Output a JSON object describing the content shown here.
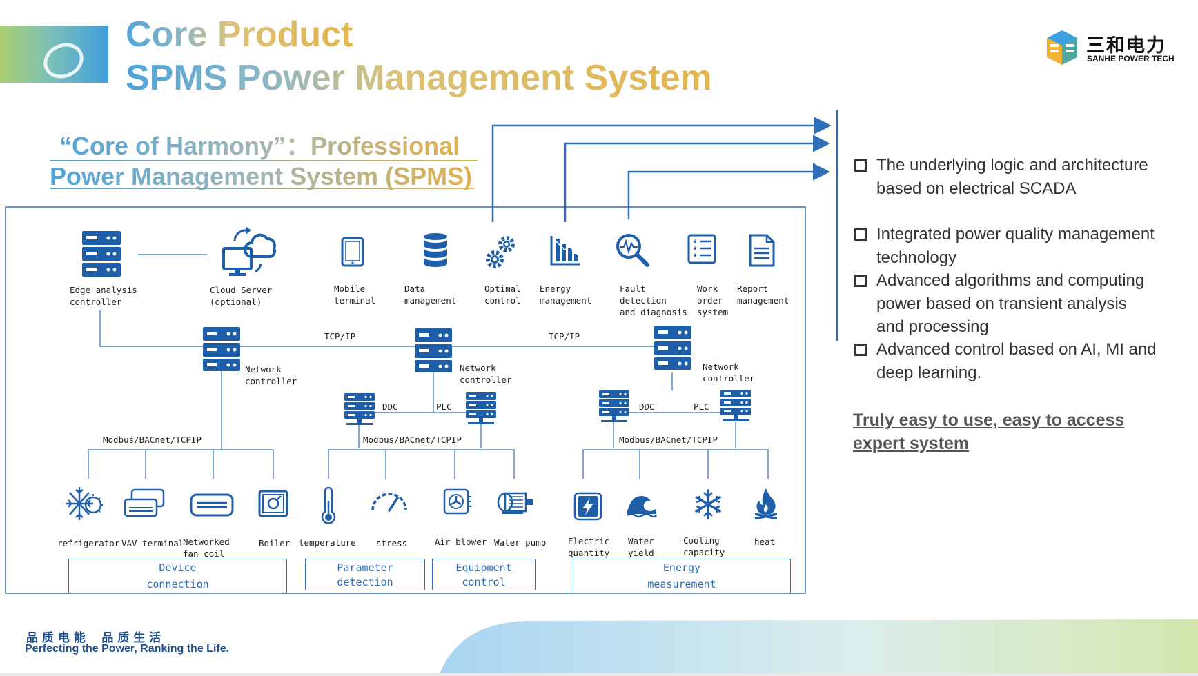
{
  "header": {
    "title_line1": "Core Product",
    "title_line2": "SPMS Power Management System"
  },
  "brand": {
    "logo_cn": "三和电力",
    "logo_en": "SANHE POWER TECH"
  },
  "subtitle": {
    "line1": "“Core of Harmony”：Professional",
    "line2": "Power Management System (SPMS)"
  },
  "diagram": {
    "top_nodes": [
      {
        "label": "Edge analysis\ncontroller",
        "icon": "server-icon"
      },
      {
        "label": "Cloud Server\n(optional)",
        "icon": "cloud-server-icon"
      },
      {
        "label": "Mobile\nterminal",
        "icon": "tablet-icon"
      },
      {
        "label": "Data\nmanagement",
        "icon": "database-icon"
      },
      {
        "label": "Optimal\ncontrol",
        "icon": "gears-icon"
      },
      {
        "label": "Energy\nmanagement",
        "icon": "bar-chart-icon"
      },
      {
        "label": "Fault\ndetection\nand diagnosis",
        "icon": "magnifier-pulse-icon"
      },
      {
        "label": "Work\norder\nsystem",
        "icon": "checklist-icon"
      },
      {
        "label": "Report\nmanagement",
        "icon": "document-icon"
      }
    ],
    "protocol_tcp": "TCP/IP",
    "network_controller": "Network\ncontroller",
    "ddc": "DDC",
    "plc": "PLC",
    "modbus": "Modbus/BACnet/TCPIP",
    "devices": [
      {
        "label": "refrigerator",
        "icon": "refrigerator-icon"
      },
      {
        "label": "VAV terminal",
        "icon": "vav-terminal-icon"
      },
      {
        "label": "Networked\nfan coil",
        "icon": "fan-coil-icon"
      },
      {
        "label": "Boiler",
        "icon": "boiler-icon"
      },
      {
        "label": "temperature",
        "icon": "thermometer-icon"
      },
      {
        "label": "stress",
        "icon": "gauge-icon"
      },
      {
        "label": "Air blower",
        "icon": "air-blower-icon"
      },
      {
        "label": "Water pump",
        "icon": "water-pump-icon"
      },
      {
        "label": "Electric\nquantity",
        "icon": "lightning-icon"
      },
      {
        "label": "Water\nyield",
        "icon": "water-wave-icon"
      },
      {
        "label": "Cooling\ncapacity",
        "icon": "snowflake-icon"
      },
      {
        "label": "heat",
        "icon": "fire-icon"
      }
    ],
    "categories": {
      "device_connection": "Device\nconnection",
      "parameter_detection": "Parameter\ndetection",
      "equipment_control": "Equipment\ncontrol",
      "energy_measurement": "Energy\nmeasurement"
    }
  },
  "features": [
    "The underlying logic and architecture based on electrical SCADA",
    "Integrated power quality management technology",
    "Advanced algorithms and computing power based on transient analysis and processing",
    "Advanced control based on AI, MI and deep learning."
  ],
  "tagline": "Truly easy to use, easy to access expert system",
  "footer": {
    "slogan_cn": "品 质 电 能    品 质 生 活",
    "slogan_en": "Perfecting the Power, Ranking the Life."
  },
  "colors": {
    "primary_blue": "#2f6fb8",
    "icon_blue": "#1f5ea8",
    "gold": "#e3b54e",
    "text_dark": "#333333"
  }
}
